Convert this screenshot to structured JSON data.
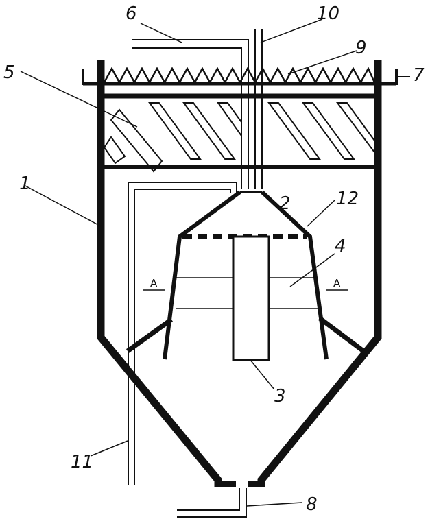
{
  "labels": {
    "l1": "1",
    "l2": "2",
    "l3": "3",
    "l4": "4",
    "l5": "5",
    "l6": "6",
    "l7": "7",
    "l8": "8",
    "l9": "9",
    "l10": "10",
    "l11": "11",
    "l12": "12",
    "section_left": "A",
    "section_right": "A"
  },
  "colors": {
    "ink": "#111111",
    "background": "#ffffff"
  }
}
